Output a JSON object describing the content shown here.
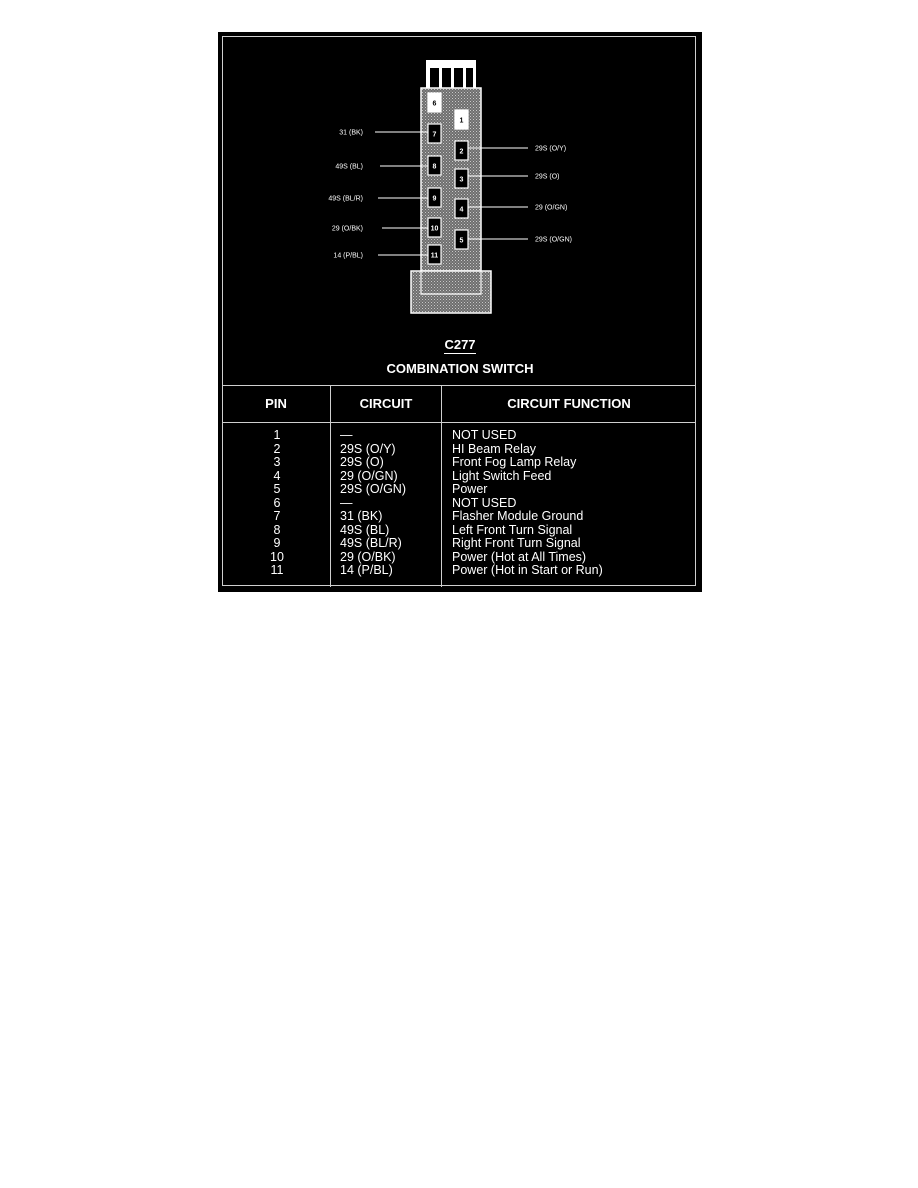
{
  "connector": {
    "id": "C277",
    "name": "COMBINATION SWITCH",
    "cavities_left": [
      "6",
      "7",
      "8",
      "9",
      "10",
      "11"
    ],
    "cavities_right": [
      "1",
      "2",
      "3",
      "4",
      "5"
    ],
    "callouts_left": [
      "31 (BK)",
      "49S (BL)",
      "49S (BL/R)",
      "29 (O/BK)",
      "14 (P/BL)"
    ],
    "callouts_right": [
      "29S (O/Y)",
      "29S (O)",
      "29 (O/GN)",
      "29S (O/GN)"
    ]
  },
  "table": {
    "headers": [
      "PIN",
      "CIRCUIT",
      "CIRCUIT FUNCTION"
    ],
    "rows": [
      {
        "pin": "1",
        "circuit": "—",
        "function": "NOT USED"
      },
      {
        "pin": "2",
        "circuit": "29S (O/Y)",
        "function": "HI Beam Relay"
      },
      {
        "pin": "3",
        "circuit": "29S (O)",
        "function": "Front Fog Lamp Relay"
      },
      {
        "pin": "4",
        "circuit": "29 (O/GN)",
        "function": "Light Switch Feed"
      },
      {
        "pin": "5",
        "circuit": "29S (O/GN)",
        "function": "Power"
      },
      {
        "pin": "6",
        "circuit": "—",
        "function": "NOT USED"
      },
      {
        "pin": "7",
        "circuit": "31 (BK)",
        "function": "Flasher Module Ground"
      },
      {
        "pin": "8",
        "circuit": "49S (BL)",
        "function": "Left Front Turn Signal"
      },
      {
        "pin": "9",
        "circuit": "49S (BL/R)",
        "function": "Right Front Turn Signal"
      },
      {
        "pin": "10",
        "circuit": "29 (O/BK)",
        "function": "Power (Hot at All Times)"
      },
      {
        "pin": "11",
        "circuit": "14 (P/BL)",
        "function": "Power (Hot in Start or Run)"
      }
    ]
  },
  "colors": {
    "background": "#000000",
    "foreground": "#ffffff",
    "connector_fill": "#8a8a8a"
  }
}
